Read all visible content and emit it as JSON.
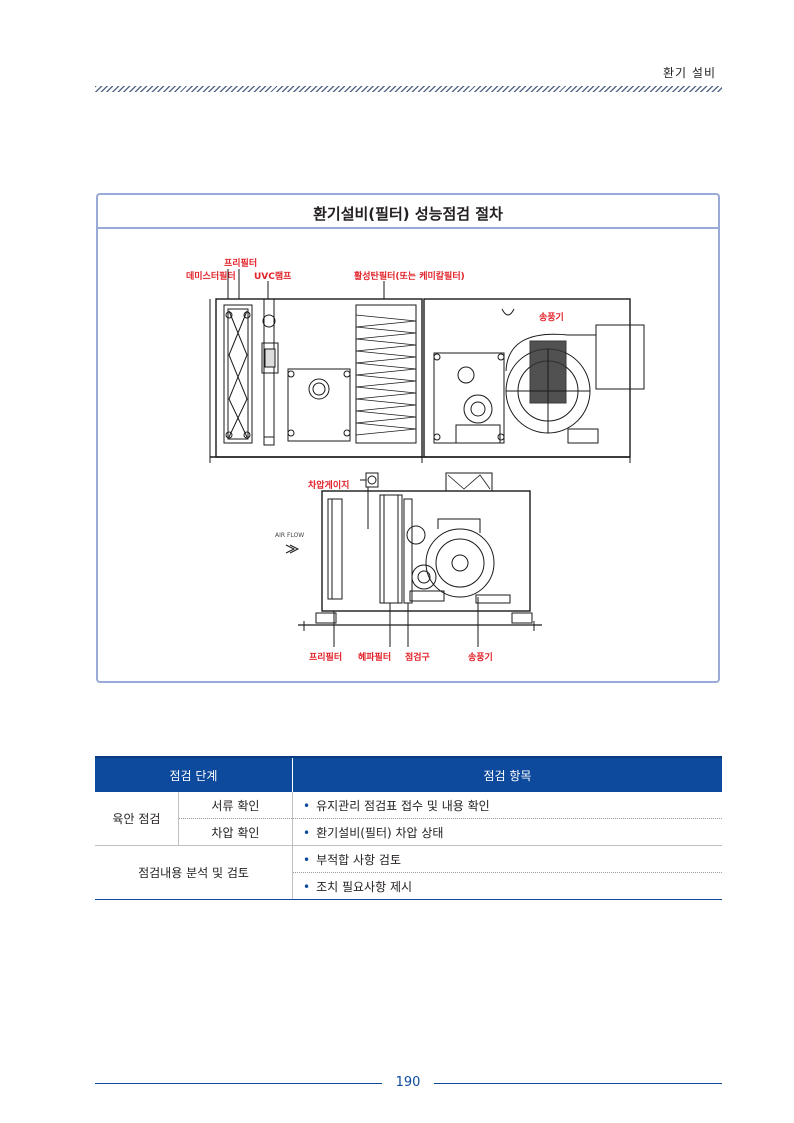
{
  "header": {
    "title": "환기 설비"
  },
  "panel": {
    "title": "환기설비(필터) 성능점검 절차",
    "diagram_labels": {
      "prefilter_top": "프리필터",
      "demister": "데미스터필터",
      "uvc": "UVC램프",
      "carbon": "활성탄필터(또는 케미칼필터)",
      "fan_top": "송풍기",
      "gauge": "차압게이지",
      "airflow": "AIR FLOW",
      "prefilter_bottom": "프리필터",
      "hepa": "헤파필터",
      "inspection": "점검구",
      "fan_bottom": "송풍기"
    }
  },
  "table": {
    "headers": [
      "점검 단계",
      "점검 항목"
    ],
    "group1": {
      "label": "육안 점검"
    },
    "rows": [
      {
        "sub": "서류 확인",
        "item": "유지관리 점검표 접수 및 내용 확인"
      },
      {
        "sub": "차압 확인",
        "item": "환기설비(필터) 차압 상태"
      }
    ],
    "group2": {
      "label": "점검내용 분석 및 검토",
      "items": [
        "부적합 사항 검토",
        "조치 필요사항 제시"
      ]
    },
    "bullet": "•"
  },
  "footer": {
    "page": "190"
  }
}
